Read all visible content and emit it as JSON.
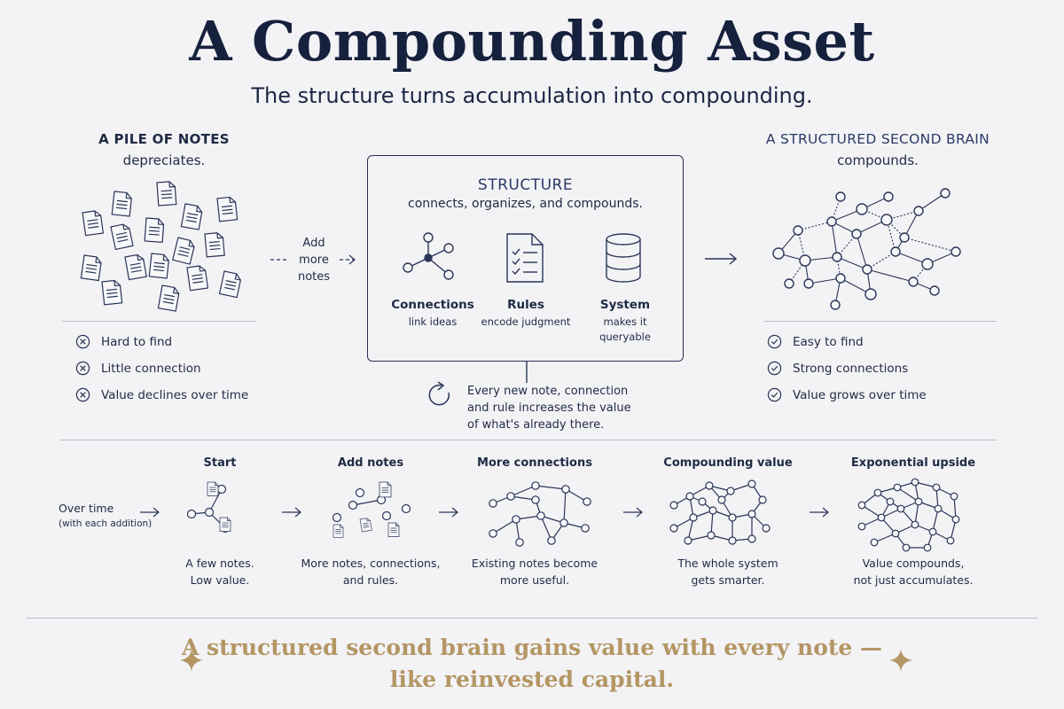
{
  "title": "A Compounding Asset",
  "subtitle": "The structure turns accumulation into compounding.",
  "left": {
    "heading": "A PILE OF NOTES",
    "subheading": "depreciates.",
    "items": [
      "Hard to find",
      "Little connection",
      "Value declines over time"
    ]
  },
  "arrow_left_label": [
    "Add",
    "more",
    "notes"
  ],
  "structure": {
    "title": "STRUCTURE",
    "subtitle": "connects, organizes, and compounds.",
    "items": [
      {
        "label": "Connections",
        "desc": "link ideas",
        "icon": "network-icon"
      },
      {
        "label": "Rules",
        "desc": "encode judgment",
        "icon": "checklist-icon"
      },
      {
        "label": "System",
        "desc_lines": [
          "makes it",
          "queryable"
        ],
        "icon": "database-icon"
      }
    ],
    "loop_text": [
      "Every new note, connection",
      "and rule increases the value",
      "of what's already there."
    ]
  },
  "right": {
    "heading": "A STRUCTURED SECOND BRAIN",
    "subheading": "compounds.",
    "items": [
      "Easy to find",
      "Strong connections",
      "Value grows over time"
    ]
  },
  "timeline": {
    "label": "Over time",
    "sublabel": "(with each addition)",
    "stages": [
      {
        "title": "Start",
        "caption": [
          "A few notes.",
          "Low value."
        ]
      },
      {
        "title": "Add notes",
        "caption": [
          "More notes, connections,",
          "and rules."
        ]
      },
      {
        "title": "More connections",
        "caption": [
          "Existing notes become",
          "more useful."
        ]
      },
      {
        "title": "Compounding value",
        "caption": [
          "The whole system",
          "gets smarter."
        ]
      },
      {
        "title": "Exponential upside",
        "caption": [
          "Value compounds,",
          "not just accumulates."
        ]
      }
    ]
  },
  "footer": [
    "A structured second brain gains value with every note —",
    "like reinvested capital."
  ],
  "colors": {
    "ink": "#1f2a44",
    "accent_gold": "#b49664",
    "background": "#f3f3f6"
  }
}
